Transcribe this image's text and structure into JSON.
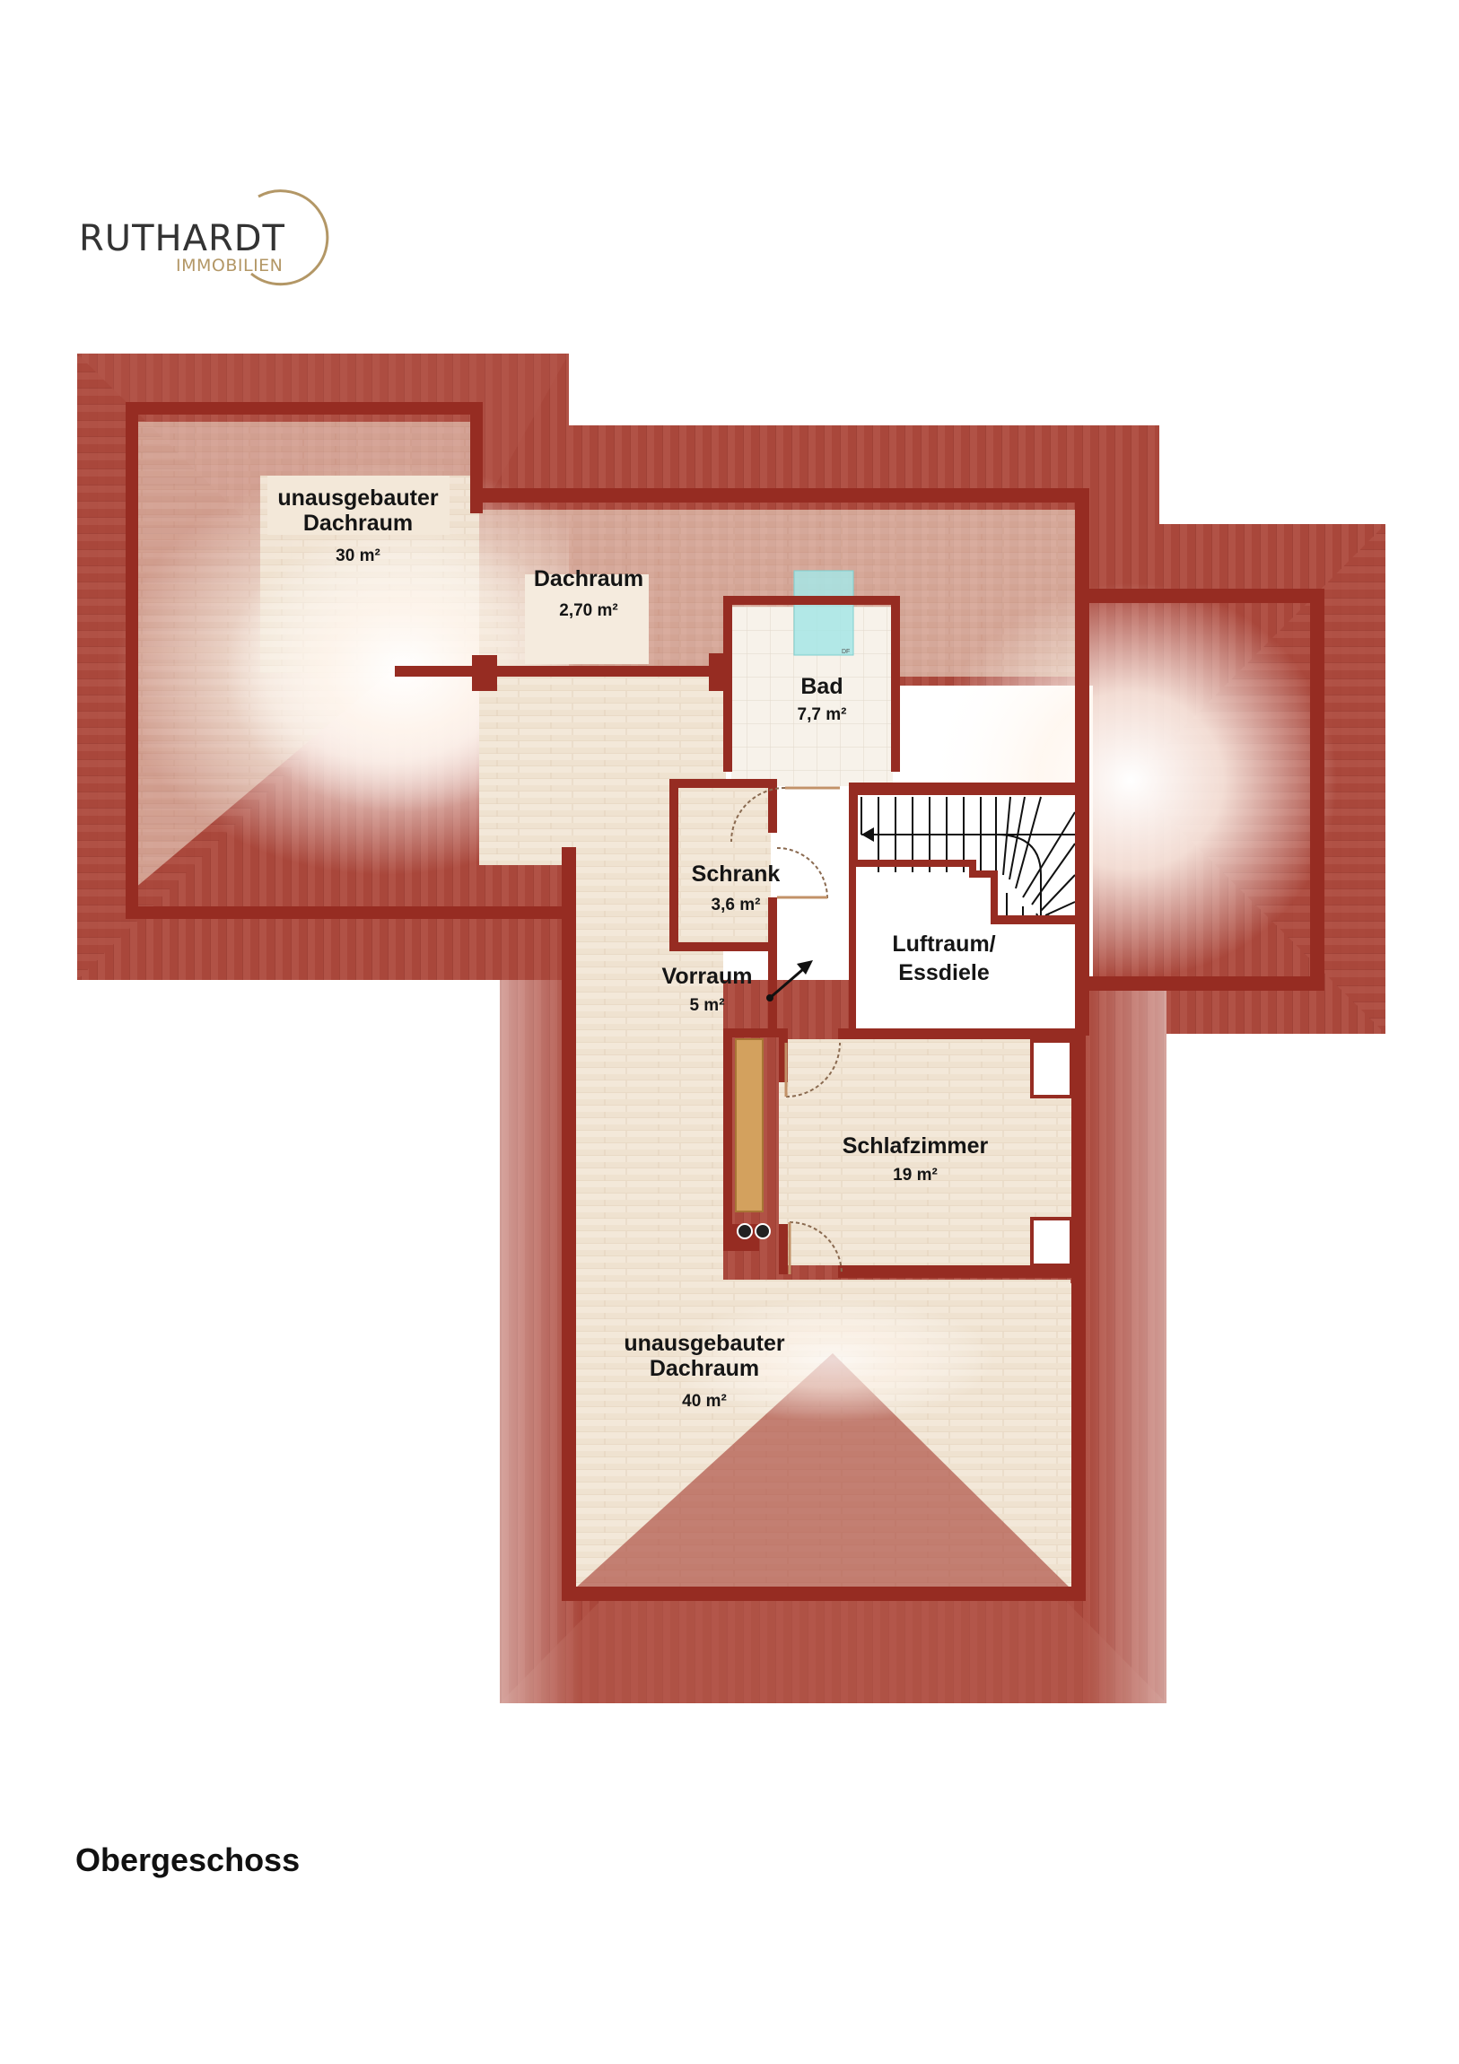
{
  "brand": {
    "name": "RUTHARDT",
    "sub": "IMMOBILIEN",
    "accent": "#b39766"
  },
  "floor_title": "Obergeschoss",
  "colors": {
    "roof": "#a8463a",
    "wall": "#962c22",
    "floor": "#efe1cf",
    "white_room": "#ffffff"
  },
  "rooms": [
    {
      "id": "dachraum-west",
      "name1": "unausgebauter",
      "name2": "Dachraum",
      "area": "30 m²"
    },
    {
      "id": "dachraum-klein",
      "name1": "Dachraum",
      "name2": "",
      "area": "2,70 m²"
    },
    {
      "id": "bad",
      "name1": "Bad",
      "name2": "",
      "area": "7,7 m²"
    },
    {
      "id": "schrank",
      "name1": "Schrank",
      "name2": "",
      "area": "3,6 m²"
    },
    {
      "id": "vorraum",
      "name1": "Vorraum",
      "name2": "",
      "area": "5 m²"
    },
    {
      "id": "luftraum",
      "name1": "Luftraum/",
      "name2": "Essdiele",
      "area": ""
    },
    {
      "id": "schlafzimmer",
      "name1": "Schlafzimmer",
      "name2": "",
      "area": "19 m²"
    },
    {
      "id": "dachraum-sued",
      "name1": "unausgebauter",
      "name2": "Dachraum",
      "area": "40 m²"
    }
  ],
  "fixtures": {
    "skylight_label": "DF"
  }
}
